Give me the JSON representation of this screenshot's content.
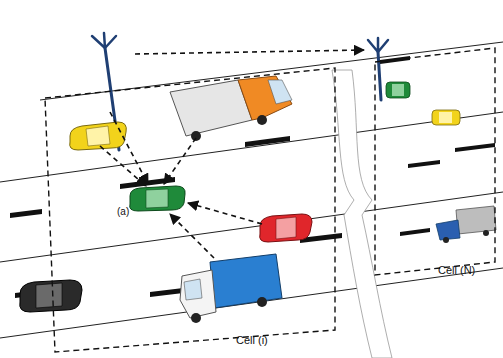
{
  "diagram": {
    "nodes": [
      {
        "text": [
          "Cell (i)"
        ]
      },
      {
        "text": [
          "Cell (N)"
        ]
      }
    ],
    "labels": [
      "(a)"
    ]
  }
}
